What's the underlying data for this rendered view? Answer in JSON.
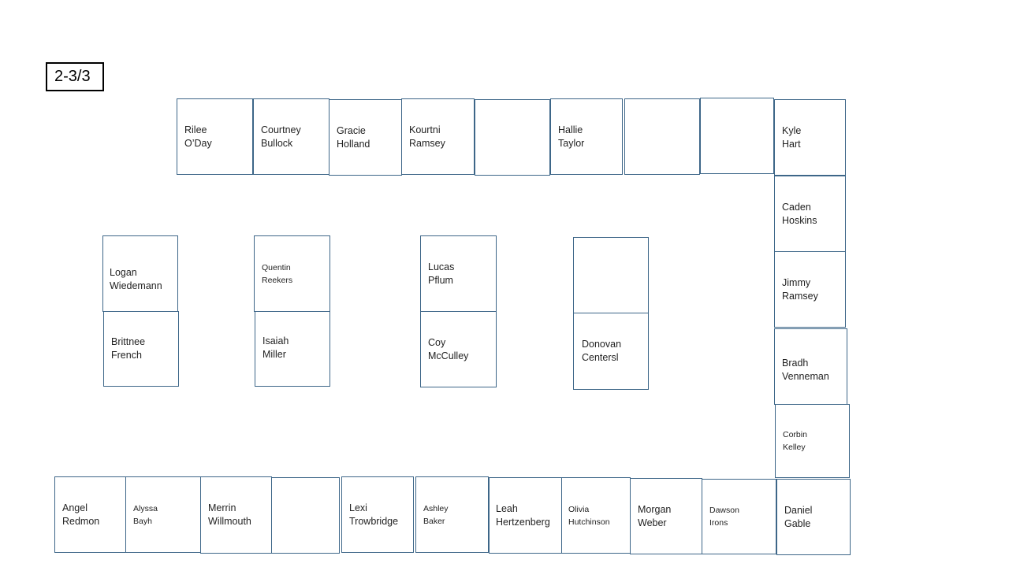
{
  "class_label": "2-3/3",
  "desks": [
    {
      "lines": [
        "Rilee",
        "O’Day"
      ]
    },
    {
      "lines": [
        "Courtney",
        "Bullock"
      ]
    },
    {
      "lines": [
        "Gracie",
        "Holland"
      ]
    },
    {
      "lines": [
        "Kourtni",
        "Ramsey"
      ]
    },
    {
      "lines": []
    },
    {
      "lines": [
        "Hallie",
        "Taylor"
      ]
    },
    {
      "lines": []
    },
    {
      "lines": []
    },
    {
      "lines": [
        "Kyle",
        "Hart"
      ]
    },
    {
      "lines": [
        "Caden",
        "Hoskins"
      ]
    },
    {
      "lines": [
        "Jimmy",
        "Ramsey"
      ]
    },
    {
      "lines": [
        "Bradh",
        "Venneman"
      ]
    },
    {
      "lines": [
        "Corbin",
        "Kelley"
      ]
    },
    {
      "lines": [
        "Logan",
        "Wiedemann"
      ]
    },
    {
      "lines": [
        "Brittnee",
        "French"
      ]
    },
    {
      "lines": [
        "Quentin",
        "Reekers"
      ]
    },
    {
      "lines": [
        "Isaiah",
        "Miller"
      ]
    },
    {
      "lines": [
        "Lucas",
        "Pflum"
      ]
    },
    {
      "lines": [
        "Coy",
        "McCulley"
      ]
    },
    {
      "lines": []
    },
    {
      "lines": [
        "Donovan",
        "Centersl"
      ]
    },
    {
      "lines": [
        "Angel",
        "Redmon"
      ]
    },
    {
      "lines": [
        "Alyssa",
        "Bayh"
      ]
    },
    {
      "lines": [
        "Merrin",
        "Willmouth"
      ]
    },
    {
      "lines": []
    },
    {
      "lines": [
        "Lexi",
        "Trowbridge"
      ]
    },
    {
      "lines": [
        "Ashley",
        "Baker"
      ]
    },
    {
      "lines": [
        "Leah",
        "Hertzenberg"
      ]
    },
    {
      "lines": [
        "Olivia",
        "Hutchinson"
      ]
    },
    {
      "lines": [
        "Morgan",
        "Weber"
      ]
    },
    {
      "lines": [
        "Dawson",
        "Irons"
      ]
    },
    {
      "lines": [
        "Daniel",
        "Gable"
      ]
    }
  ]
}
